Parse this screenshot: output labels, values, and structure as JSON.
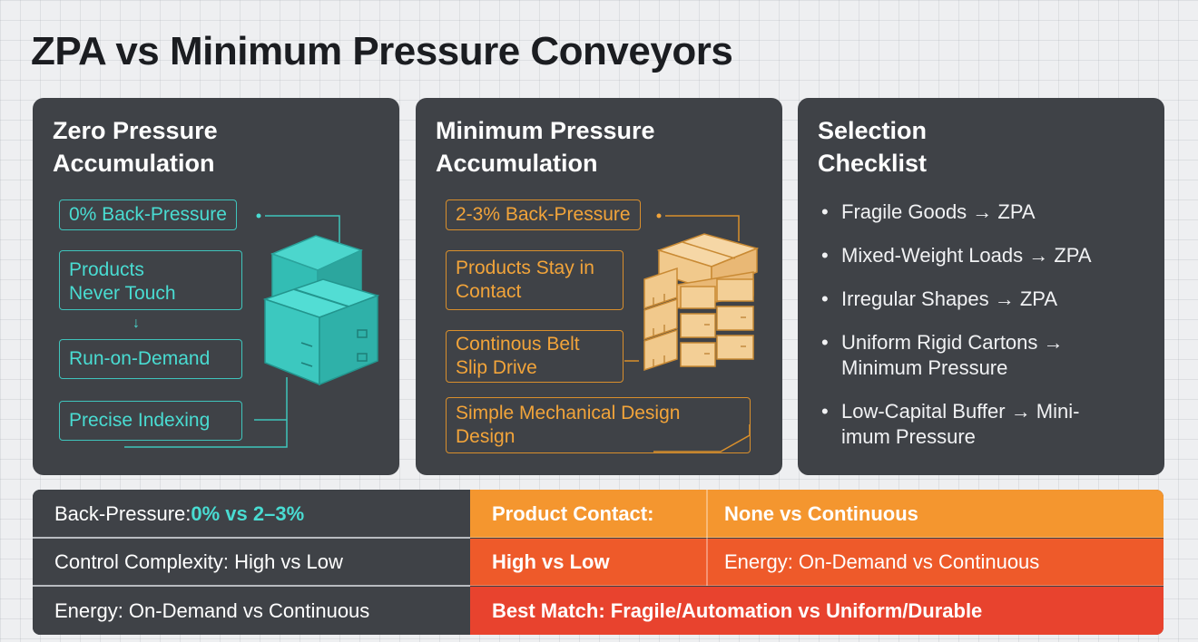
{
  "title": "ZPA vs Minimum Pressure Conveyors",
  "panels": {
    "zpa": {
      "title": "Zero Pressure\nAccumulation",
      "boxes": [
        "0% Back-Pressure",
        "Products\nNever Touch",
        "Run-on-Demand",
        "Precise Indexing"
      ],
      "arrow": "↓",
      "icon": "open-box-icon",
      "accent": "#49dcd2"
    },
    "mpa": {
      "title": "Minimum Pressure\nAccumulation",
      "boxes": [
        "2-3% Back-Pressure",
        "Products Stay in\nContact",
        "Continous Belt\nSlip Drive",
        "Simple Mechanical Design\nDesign"
      ],
      "icon": "stacked-boxes-icon",
      "accent": "#f2a43a"
    },
    "checklist": {
      "title": "Selection\nChecklist",
      "items": [
        "Fragile Goods → ZPA",
        "Mixed-Weight Loads → ZPA",
        "Irregular Shapes → ZPA",
        "Uniform Rigid Cartons → Minimum Pressure",
        "Low-Capital Buffer → Mini-imum Pressure"
      ]
    }
  },
  "comparison": {
    "row1": {
      "left_label": "Back-Pressure: ",
      "left_value": "0% vs 2–3%",
      "mid": "Product Contact:",
      "right": "None vs Continuous"
    },
    "row2": {
      "left": "Control Complexity: High vs Low",
      "mid": "High vs Low",
      "right": "Energy: On-Demand vs Continuous"
    },
    "row3": {
      "left": "Energy: On-Demand vs Continuous",
      "right": "Best Match: Fragile/Automation vs Uniform/Durable"
    }
  },
  "colors": {
    "panel": "#3f4247",
    "row1_accent": "#f4962f",
    "row2_accent": "#ee5a2a",
    "row3_accent": "#e8432e"
  }
}
